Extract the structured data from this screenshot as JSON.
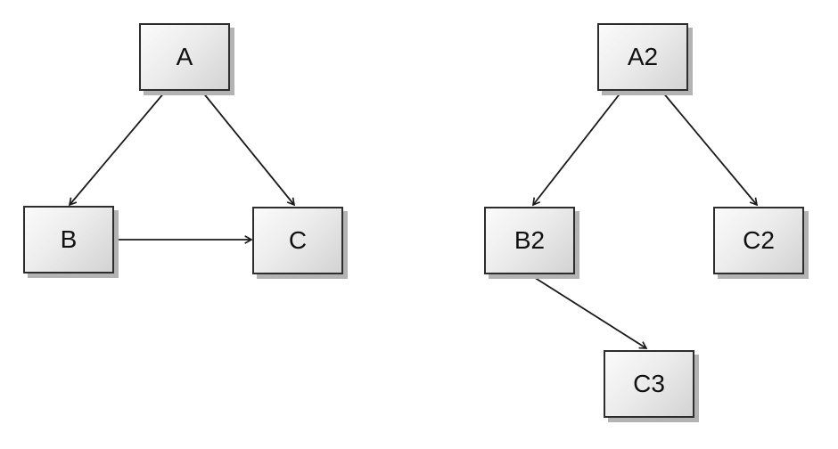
{
  "diagram": {
    "nodes": [
      {
        "id": "A",
        "label": "A"
      },
      {
        "id": "B",
        "label": "B"
      },
      {
        "id": "C",
        "label": "C"
      },
      {
        "id": "A2",
        "label": "A2"
      },
      {
        "id": "B2",
        "label": "B2"
      },
      {
        "id": "C2",
        "label": "C2"
      },
      {
        "id": "C3",
        "label": "C3"
      }
    ],
    "edges": [
      {
        "from": "A",
        "to": "B"
      },
      {
        "from": "A",
        "to": "C"
      },
      {
        "from": "B",
        "to": "C"
      },
      {
        "from": "A2",
        "to": "B2"
      },
      {
        "from": "A2",
        "to": "C2"
      },
      {
        "from": "B2",
        "to": "C3"
      }
    ],
    "colors": {
      "background": "#ffffff",
      "node_border": "#2d2d2d",
      "node_fill_light": "#fbfbfb",
      "node_fill_dark": "#d3d3d3",
      "node_shadow": "#b3b3b3",
      "arrow": "#1a1a1a",
      "label_text": "#111111"
    }
  }
}
